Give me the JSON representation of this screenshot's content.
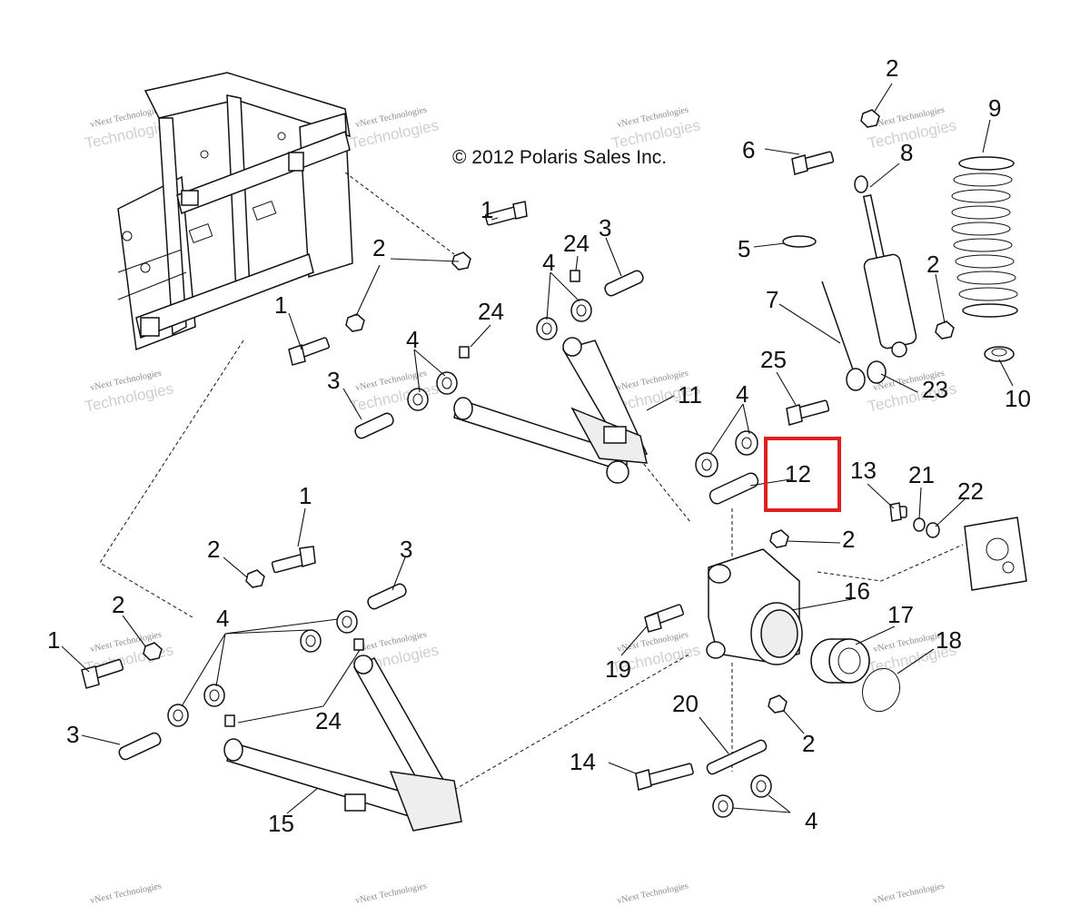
{
  "copyright": "© 2012 Polaris Sales Inc.",
  "watermark": {
    "line1": "vNext Technologies",
    "line2": "vNext",
    "line3": "Technologies"
  },
  "highlight_color": "#e02020",
  "callouts": {
    "c1a": "1",
    "c1b": "1",
    "c1c": "1",
    "c1d": "1",
    "c2a": "2",
    "c2b": "2",
    "c2c": "2",
    "c2d": "2",
    "c2e": "2",
    "c2f": "2",
    "c2g": "2",
    "c3a": "3",
    "c3b": "3",
    "c3c": "3",
    "c3d": "3",
    "c4a": "4",
    "c4b": "4",
    "c4c": "4",
    "c4d": "4",
    "c4e": "4",
    "c5": "5",
    "c6": "6",
    "c7": "7",
    "c8": "8",
    "c9": "9",
    "c10": "10",
    "c11": "11",
    "c12": "12",
    "c13": "13",
    "c14": "14",
    "c15": "15",
    "c16": "16",
    "c17": "17",
    "c18": "18",
    "c19": "19",
    "c20": "20",
    "c21": "21",
    "c22": "22",
    "c23": "23",
    "c24a": "24",
    "c24b": "24",
    "c24c": "24",
    "c25": "25"
  }
}
